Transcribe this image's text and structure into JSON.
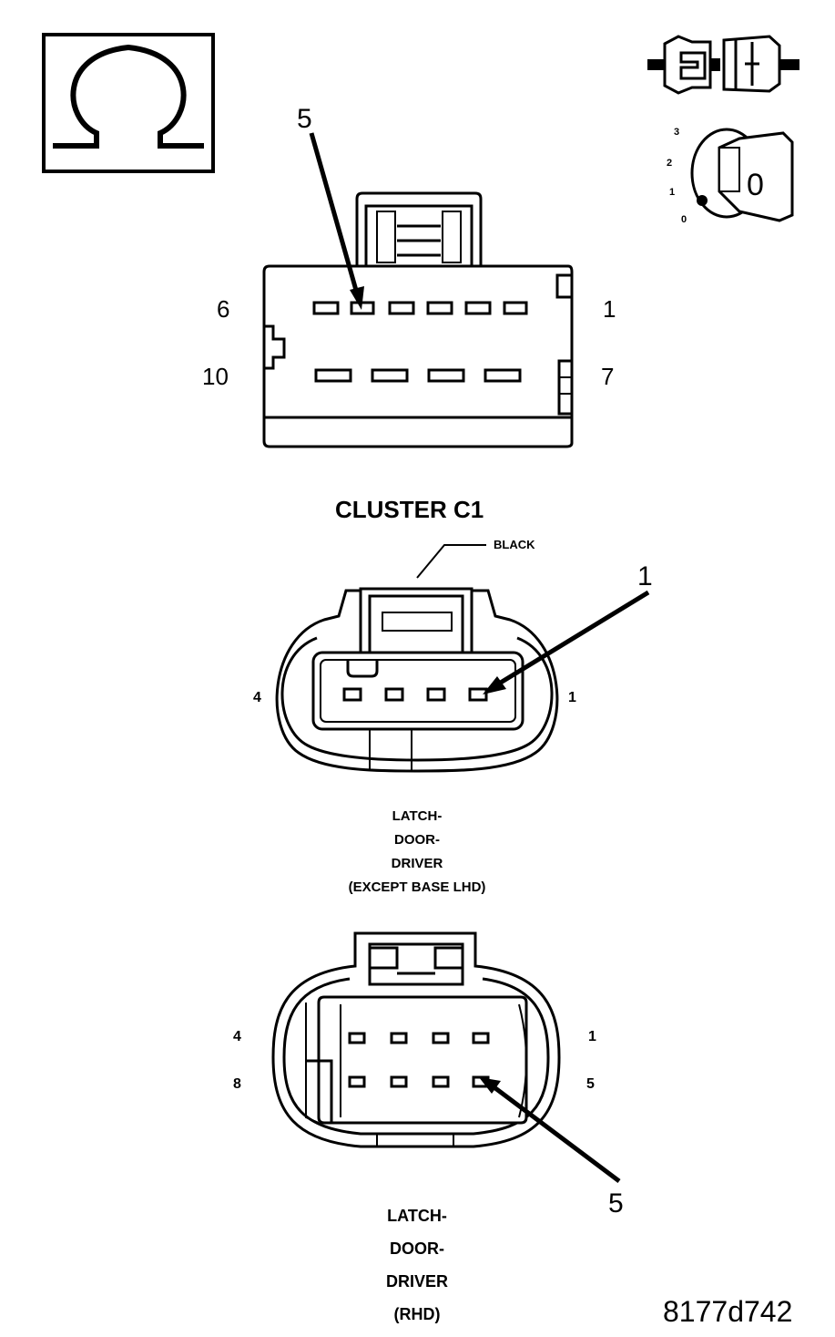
{
  "icons": {
    "ohmmeter": "ohm-icon",
    "connector_pair": "connector-disconnect-icon",
    "ignition": "ignition-key-off-icon"
  },
  "ignition_positions": [
    "3",
    "2",
    "1",
    "0"
  ],
  "ignition_key_label": "0",
  "connector1": {
    "name": "CLUSTER C1",
    "pin_labels": {
      "top_left": "6",
      "top_right": "1",
      "bottom_left": "10",
      "bottom_right": "7"
    },
    "callout": "5"
  },
  "connector2": {
    "color_label": "BLACK",
    "pin_labels": {
      "left": "4",
      "right": "1"
    },
    "callout": "1",
    "name_lines": [
      "LATCH-",
      "DOOR-",
      "DRIVER",
      "(EXCEPT BASE LHD)"
    ]
  },
  "connector3": {
    "pin_labels": {
      "top_left": "4",
      "top_right": "1",
      "bottom_left": "8",
      "bottom_right": "5"
    },
    "callout": "5",
    "name_lines": [
      "LATCH-",
      "DOOR-",
      "DRIVER",
      "(RHD)"
    ]
  },
  "figure_id": "8177d742"
}
